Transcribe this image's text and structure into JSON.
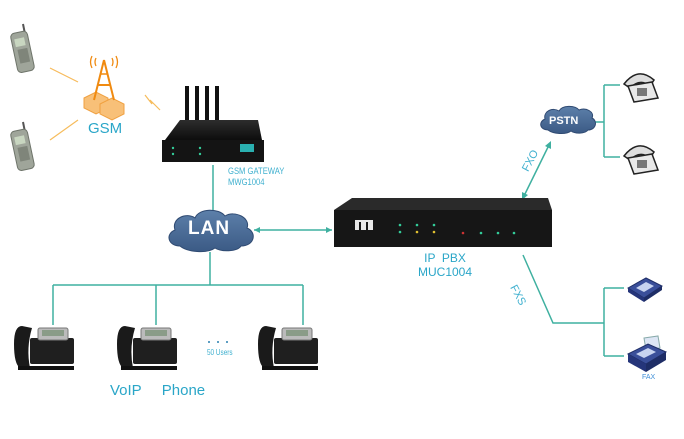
{
  "diagram": {
    "title": "",
    "nodes": {
      "mobile_phones": {
        "count": 2,
        "icon": "mobile-phone-icon"
      },
      "gsm": {
        "label": "GSM",
        "icon": "gsm-tower-icon"
      },
      "gsm_gateway": {
        "label_line1": "GSM GATEWAY",
        "label_line2": "MWG1004",
        "icon": "gateway-device-icon"
      },
      "lan": {
        "label": "LAN",
        "icon": "cloud-icon"
      },
      "ip_pbx": {
        "label_line1": "IP  PBX",
        "label_line2": "MUC1004",
        "icon": "pbx-device-icon"
      },
      "pstn": {
        "label": "PSTN",
        "icon": "cloud-icon"
      },
      "analog_phones": {
        "count": 2,
        "icon": "analog-phone-icon"
      },
      "fxs_devices": {
        "phone_icon": "desk-phone-icon",
        "fax_label": "FAX",
        "fax_icon": "fax-icon"
      },
      "voip_phones": {
        "label": "VoIP  Phone",
        "count_shown": 3,
        "users_note": "50 Users",
        "ellipsis": "• • •"
      }
    },
    "links": {
      "fxo": "FXO",
      "fxs": "FXS"
    },
    "colors": {
      "line": "#3fb0a0",
      "label": "#2aa6c8",
      "cloud": "#4a6b95",
      "wireless": "#f5b040",
      "device": "#1a1a1a"
    }
  }
}
